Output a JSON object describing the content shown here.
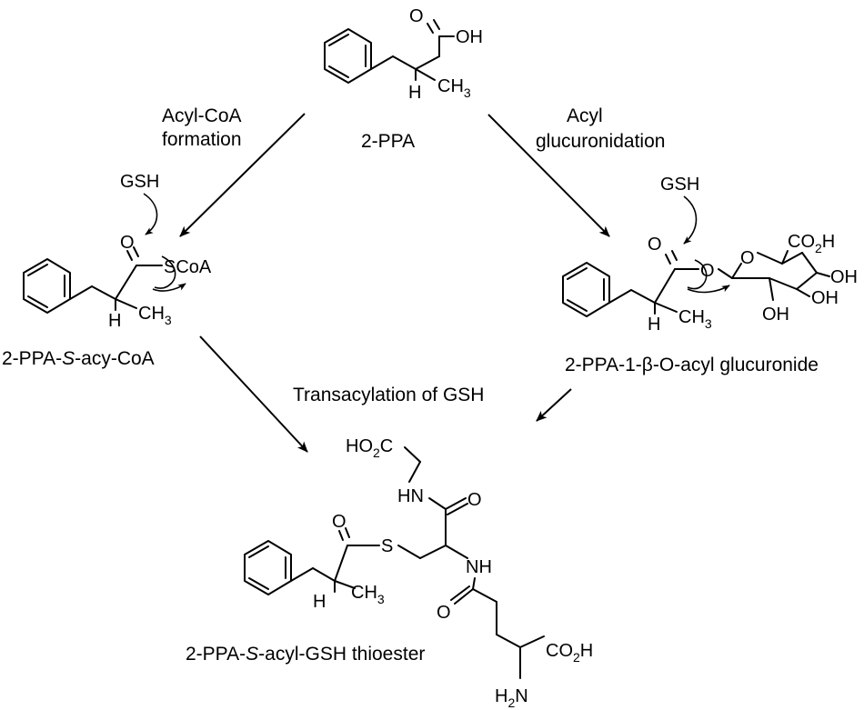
{
  "colors": {
    "ink": "#000000",
    "background": "#ffffff"
  },
  "compounds": {
    "ppa": {
      "name": "2-PPA",
      "atom_o": "O",
      "atom_oh": "OH",
      "atom_h": "H",
      "methyl": "CH",
      "methyl_sub": "3"
    },
    "acyl_coa": {
      "name_prefix": "2-PPA-",
      "name_italic": "S",
      "name_suffix": "-acy-CoA",
      "atom_o": "O",
      "atom_scoa": "SCoA",
      "atom_h": "H",
      "methyl": "CH",
      "methyl_sub": "3"
    },
    "glucuronide": {
      "name": "2-PPA-1-β-O-acyl glucuronide",
      "atom_o_carbonyl": "O",
      "atom_o_ester": "O",
      "atom_o_ring": "O",
      "co2h_a": "CO",
      "co2h_sub": "2",
      "co2h_b": "H",
      "oh_1": "OH",
      "oh_2": "OH",
      "oh_3": "OH",
      "atom_h": "H",
      "methyl": "CH",
      "methyl_sub": "3"
    },
    "thioester": {
      "name_prefix": "2-PPA-",
      "name_italic": "S",
      "name_suffix": "-acyl-GSH thioester",
      "ho2c_a": "HO",
      "ho2c_sub": "2",
      "ho2c_b": "C",
      "nh_gly": "HN",
      "o_gly": "O",
      "o_acyl": "O",
      "s_atom": "S",
      "nh_glu": "NH",
      "o_glu": "O",
      "co2h_a": "CO",
      "co2h_sub": "2",
      "co2h_b": "H",
      "h2n_a": "H",
      "h2n_sub": "2",
      "h2n_b": "N",
      "atom_h": "H",
      "methyl": "CH",
      "methyl_sub": "3"
    }
  },
  "reagents": {
    "gsh_left": "GSH",
    "gsh_right": "GSH"
  },
  "steps": {
    "acyl_coa_formation_line1": "Acyl-CoA",
    "acyl_coa_formation_line2": "formation",
    "acyl_glucuronidation_line1": "Acyl",
    "acyl_glucuronidation_line2": "glucuronidation",
    "transacylation": "Transacylation of GSH"
  }
}
